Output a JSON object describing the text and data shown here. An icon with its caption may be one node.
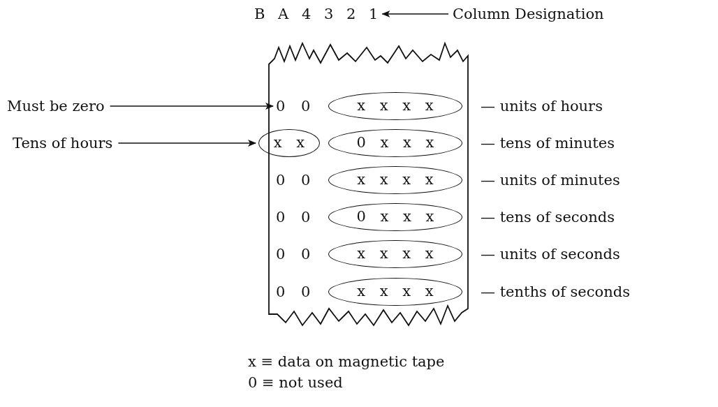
{
  "diagram": {
    "nodes": [
      {
        "text": [
          "Column Designation"
        ]
      },
      {
        "text": [
          "B A 4 3 2 1"
        ]
      },
      {
        "text": [
          "Must be zero"
        ]
      },
      {
        "text": [
          "Tens of hours"
        ]
      },
      {
        "text": [],
        "shape": "box"
      },
      {
        "text": [
          "0 0"
        ],
        "in": 4
      },
      {
        "text": [
          "x x x x"
        ],
        "in": 4
      },
      {
        "text": [
          "x x"
        ],
        "in": 4
      },
      {
        "text": [
          "0 x x x"
        ],
        "in": 4
      },
      {
        "text": [
          "x x x x"
        ],
        "in": 4
      },
      {
        "text": [
          "0 x x x"
        ],
        "in": 4
      },
      {
        "text": [
          "x x x x"
        ],
        "in": 4
      },
      {
        "text": [
          "x x x x"
        ],
        "in": 4
      }
    ],
    "edges": [
      {
        "from": 0,
        "to": 1,
        "arrow": "to"
      },
      {
        "from": 2,
        "to": 5,
        "arrow": "to"
      },
      {
        "from": 3,
        "to": 7,
        "arrow": "to"
      }
    ],
    "labels": [
      "— units of hours",
      "— tens of minutes",
      "0 0",
      "— units of minutes",
      "0 0",
      "— tens of seconds",
      "0 0",
      "— units of seconds",
      "0 0",
      "— tenths of seconds",
      "x ≡ data on magnetic tape",
      "0 ≡ not used"
    ]
  }
}
